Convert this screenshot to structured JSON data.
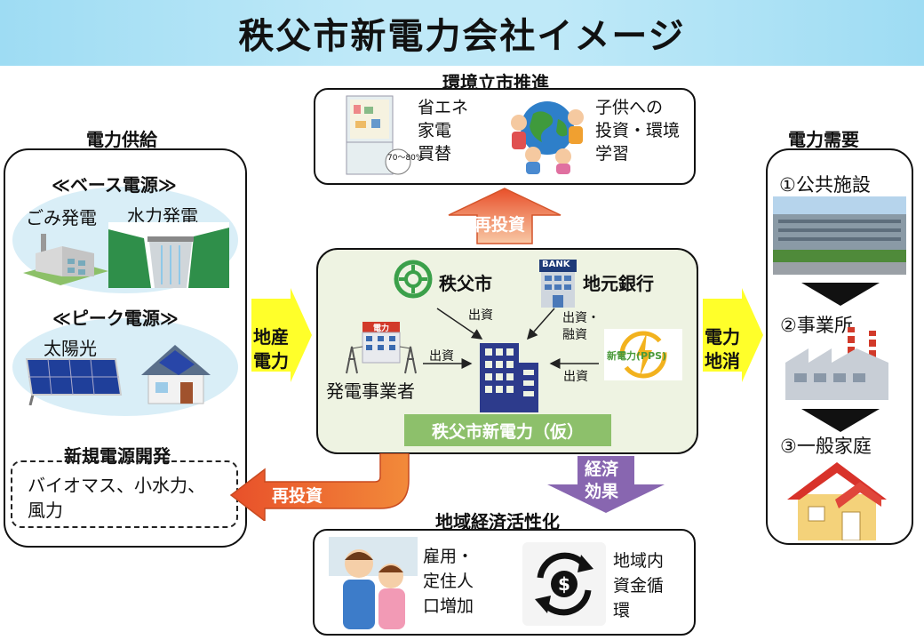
{
  "title": "秩父市新電力会社イメージ",
  "supply": {
    "heading": "電力供給",
    "base_title": "≪ベース電源≫",
    "garbage": "ごみ発電",
    "hydro": "水力発電",
    "peak_title": "≪ピーク電源≫",
    "solar": "太陽光",
    "newdev_title": "新規電源開発",
    "newdev_line1": "バイオマス、小水力、",
    "newdev_line2": "風力"
  },
  "environment": {
    "heading": "環境立市推進",
    "eco_line1": "省エネ",
    "eco_line2": "家電",
    "eco_line3": "買替",
    "fridge_badge": "70～80%",
    "kids_line1": "子供への",
    "kids_line2": "投資・環境",
    "kids_line3": "学習"
  },
  "center": {
    "chichibu": "秩父市",
    "bank": "地元銀行",
    "bank_sign": "BANK",
    "generator": "発電事業者",
    "generator_sign": "電力",
    "pps": "新電力(PPS)",
    "company": "秩父市新電力（仮）",
    "invest1": "出資",
    "invest2_line1": "出資・",
    "invest2_line2": "融資",
    "invest3": "出資",
    "invest4": "出資"
  },
  "arrows": {
    "reinvest_top": "再投資",
    "reinvest_left": "再投資",
    "local_prod_line1": "地産",
    "local_prod_line2": "電力",
    "local_cons_line1": "電力",
    "local_cons_line2": "地消",
    "econ_line1": "経済",
    "econ_line2": "効果"
  },
  "demand": {
    "heading": "電力需要",
    "public": "①公共施設",
    "business": "②事業所",
    "household": "③一般家庭"
  },
  "economy": {
    "heading": "地域経済活性化",
    "jobs_line1": "雇用・",
    "jobs_line2": "定住人",
    "jobs_line3": "口増加",
    "fund_line1": "地域内",
    "fund_line2": "資金循",
    "fund_line3": "環"
  },
  "colors": {
    "title_bg": "#bfe9f8",
    "center_bg": "#eef3e2",
    "green": "#8dc06b",
    "arrow_yellow": "#ffff2a",
    "arrow_orange": "#f07d1e",
    "arrow_purple": "#8866b0"
  }
}
